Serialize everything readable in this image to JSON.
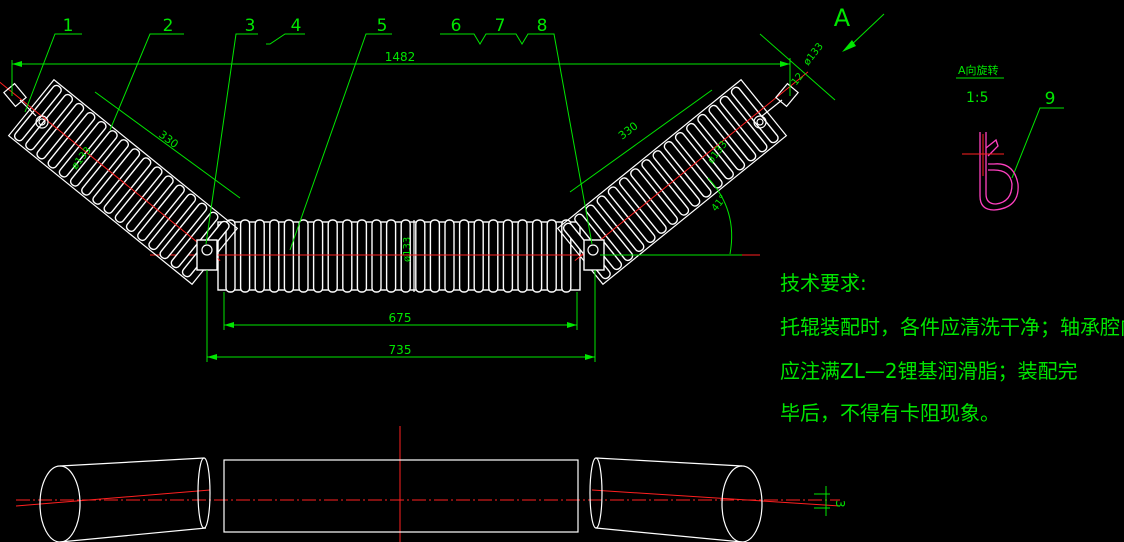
{
  "part_labels": [
    "1",
    "2",
    "3",
    "4",
    "5",
    "6",
    "7",
    "8",
    "9"
  ],
  "view_marker": "A",
  "detail": {
    "title": "A向旋转",
    "scale": "1:5"
  },
  "dimensions": {
    "overall_width": "1482",
    "left_roller_length": "330",
    "right_roller_length": "330",
    "left_diameter": "ø133",
    "right_diameter": "ø133",
    "top_right_diameter": "ø133",
    "center_diameter": "ø133",
    "offset": "12",
    "angle": "41°",
    "center_tube_length": "675",
    "center_frame_length": "735",
    "bottom_offset": "3"
  },
  "notes": {
    "title": "技术要求:",
    "line1": "托辊装配时，各件应清洗干净；轴承腔内",
    "line2": "应注满ZL—2锂基润滑脂；装配完",
    "line3": "毕后，不得有卡阻现象。"
  },
  "colors": {
    "background": "#000000",
    "dimension": "#00e600",
    "outline": "#ffffff",
    "centerline": "#ff2020",
    "hook": "#ff40c0"
  }
}
